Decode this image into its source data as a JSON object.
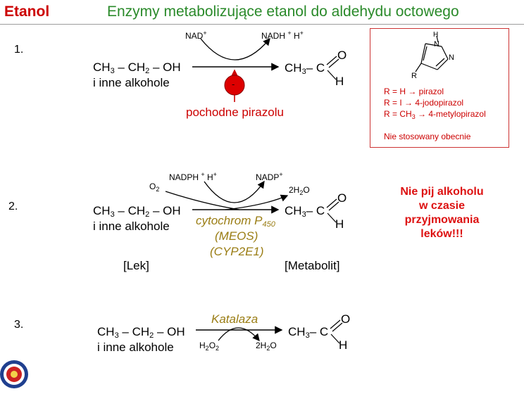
{
  "header": {
    "left_title": "Etanol",
    "right_title": "Enzymy metabolizujące etanol do aldehydu octowego"
  },
  "reaction1": {
    "number": "1.",
    "cofactor_in": "NAD+",
    "cofactor_out": "NADH + H+",
    "substrate": "CH3 – CH2 – OH",
    "substrate_note": "i inne alkohole",
    "inhibitor": "pochodne pirazolu",
    "inhibitor_sign": "-",
    "product": "CH3– C"
  },
  "pyrazole_box": {
    "atom_h": "H",
    "atom_n1": "N",
    "atom_n2": "N",
    "atom_r": "R",
    "lines": [
      "R = H → pirazol",
      "R = I → 4-jodopirazol",
      "R = CH3 → 4-metylopirazol"
    ],
    "note": "Nie stosowany obecnie"
  },
  "reaction2": {
    "number": "2.",
    "oxygen": "O2",
    "cofactor_in": "NADPH + H+",
    "cofactor_out": "NADP+",
    "water": "2H2O",
    "substrate": "CH3 – CH2 – OH",
    "substrate_note": "i inne alkohole",
    "enzyme": "cytochrom P450",
    "enzyme_alias1": "(MEOS)",
    "enzyme_alias2": "(CYP2E1)",
    "left_tag": "[Lek]",
    "right_tag": "[Metabolit]",
    "product": "CH3– C"
  },
  "warning": {
    "line1": "Nie pij alkoholu",
    "line2": "w czasie",
    "line3": "przyjmowania",
    "line4": "leków!!!"
  },
  "reaction3": {
    "number": "3.",
    "enzyme": "Katalaza",
    "peroxide": "H2O2",
    "water": "2H2O",
    "substrate": "CH3 – CH2 – OH",
    "substrate_note": "i inne alkohole",
    "product": "CH3– C"
  },
  "aldehyde": {
    "o": "O",
    "h": "H"
  },
  "logo": {
    "alt": "university-seal"
  }
}
